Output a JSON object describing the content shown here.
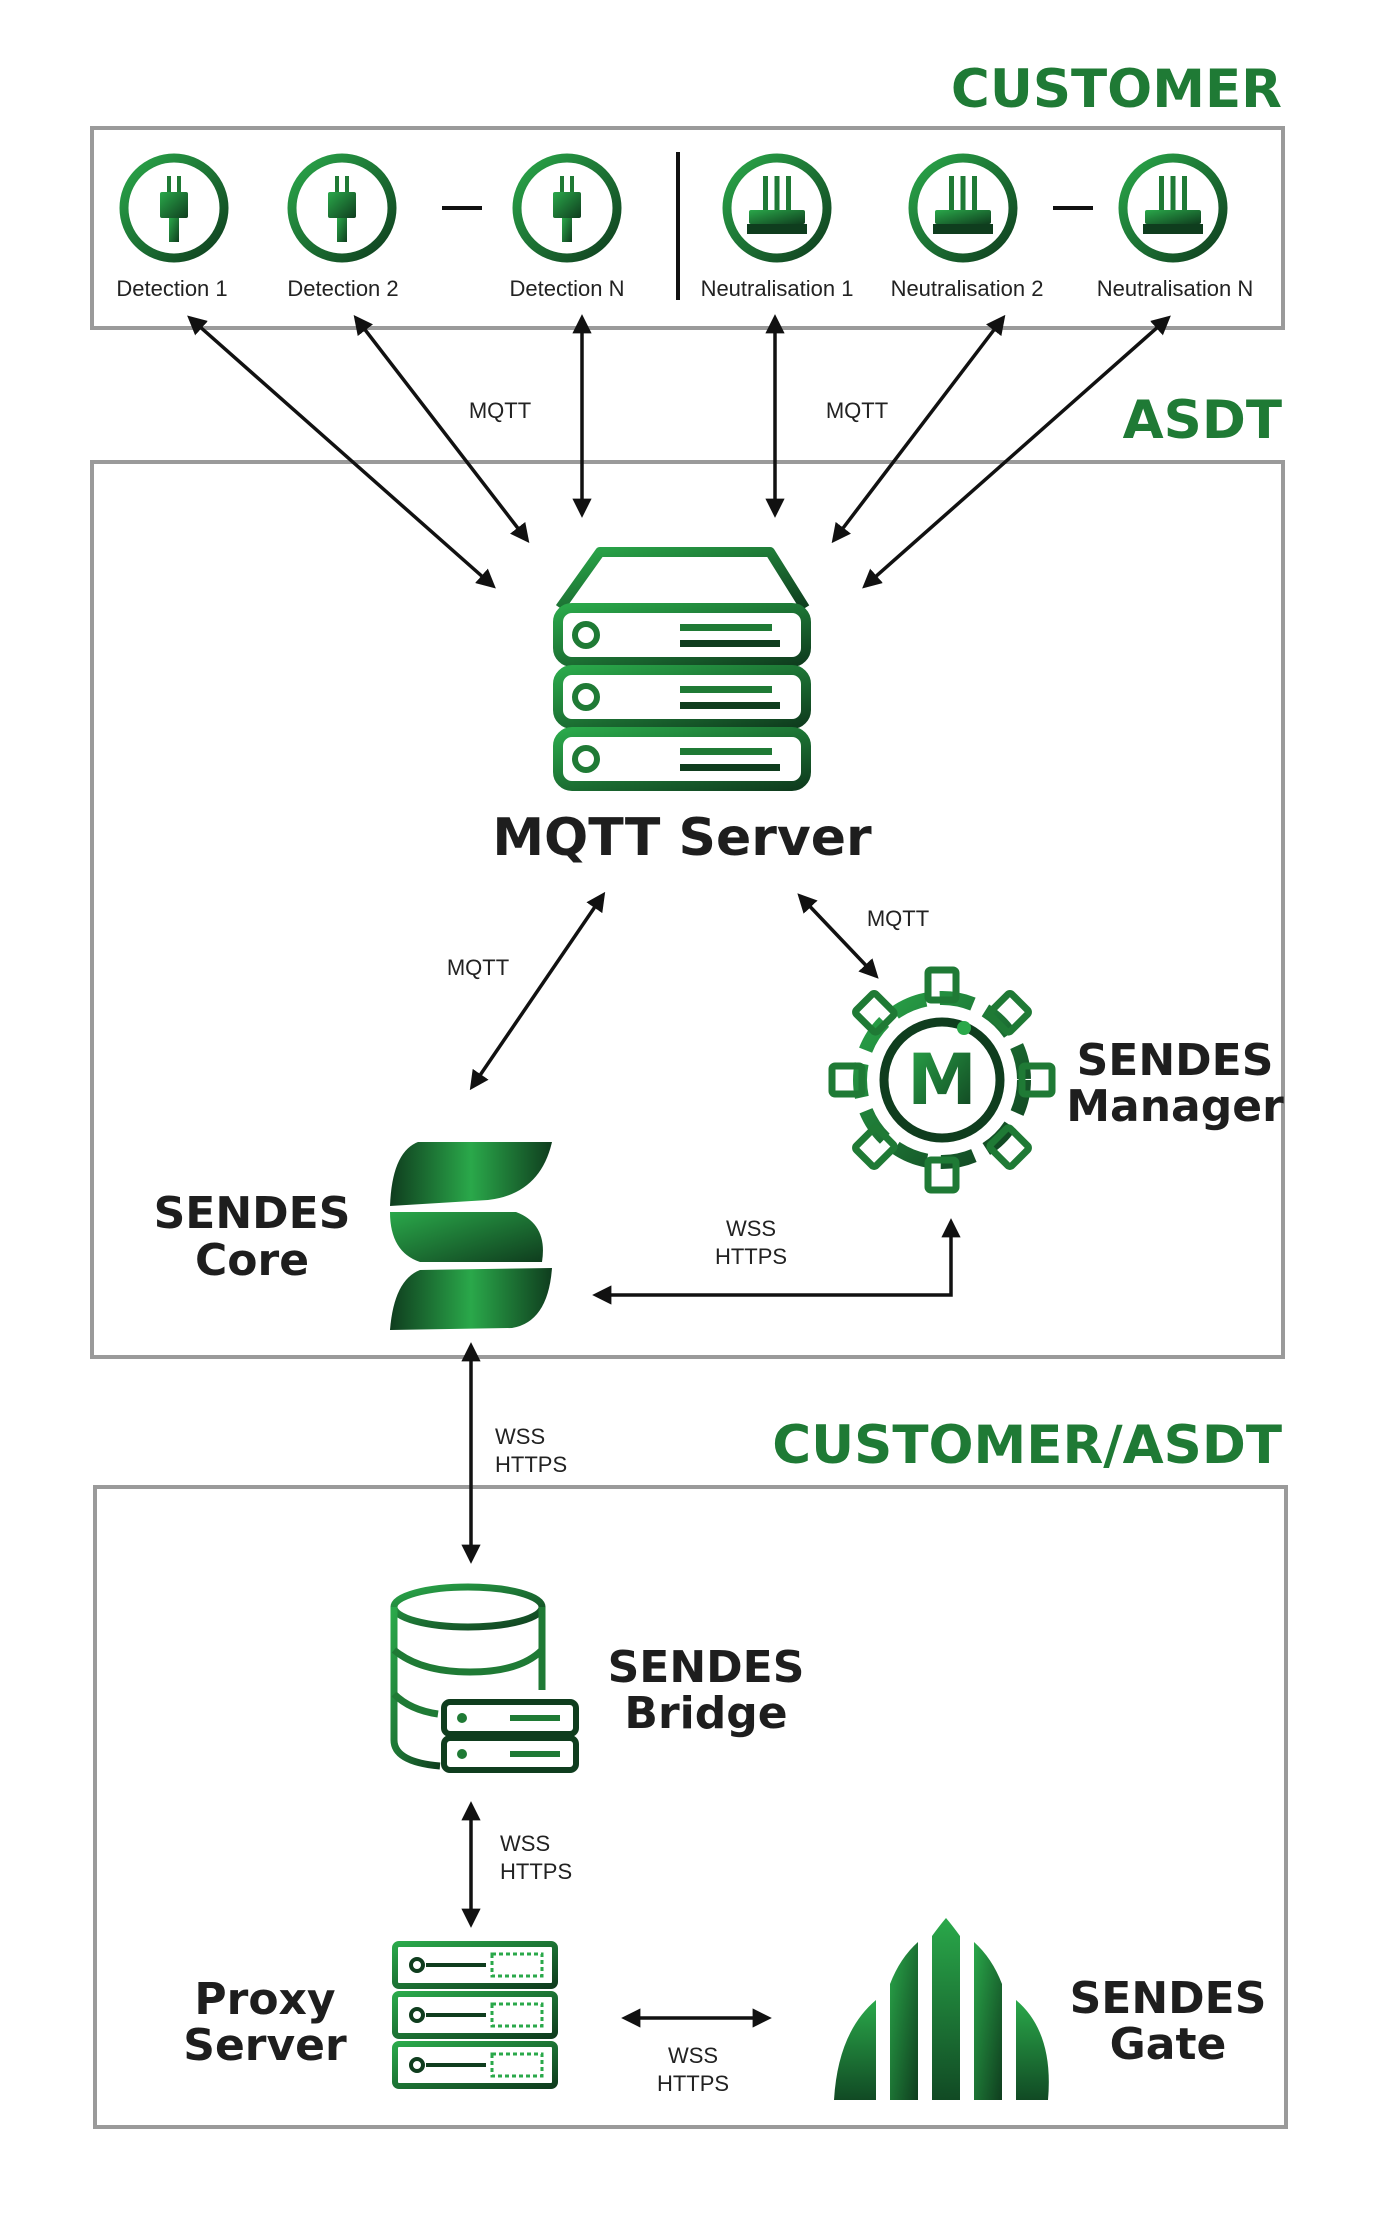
{
  "sections": {
    "customer": "CUSTOMER",
    "asdt": "ASDT",
    "customer_asdt": "CUSTOMER/ASDT"
  },
  "devices": {
    "detection_1": "Detection 1",
    "detection_2": "Detection 2",
    "detection_n": "Detection N",
    "neutralisation_1": "Neutralisation 1",
    "neutralisation_2": "Neutralisation 2",
    "neutralisation_n": "Neutralisation N"
  },
  "nodes": {
    "mqtt_server": "MQTT Server",
    "manager_line1": "SENDES",
    "manager_line2": "Manager",
    "core_line1": "SENDES",
    "core_line2": "Core",
    "bridge_line1": "SENDES",
    "bridge_line2": "Bridge",
    "proxy_line1": "Proxy",
    "proxy_line2": "Server",
    "gate_line1": "SENDES",
    "gate_line2": "Gate"
  },
  "protocols": {
    "mqtt_devices_left": "MQTT",
    "mqtt_devices_right": "MQTT",
    "mqtt_core": "MQTT",
    "mqtt_manager": "MQTT",
    "wss": "WSS",
    "https": "HTTPS"
  },
  "manager_icon_letter": "M",
  "colors": {
    "green_primary": "#1f7a35",
    "green_bright": "#2aa84a",
    "green_dark": "#0f3d1e",
    "box_border": "#9a9a9a",
    "text": "#1e1e1e"
  },
  "icons": {
    "detection": "antenna-plug-icon",
    "neutralisation": "jammer-antenna-icon",
    "mqtt_server": "server-rack-icon",
    "manager": "gear-m-icon",
    "core": "sendes-s-logo-icon",
    "bridge": "database-server-icon",
    "proxy": "proxy-server-rack-icon",
    "gate": "sendes-gate-logo-icon"
  }
}
